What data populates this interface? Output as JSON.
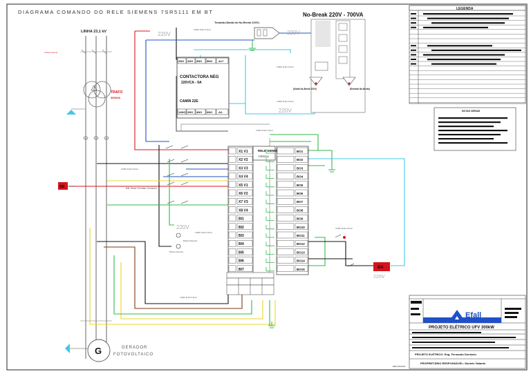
{
  "header": {
    "title": "DIAGRAMA COMANDO DO RELE SIEMENS 7SR5111 EM BT",
    "nobreak_title": "No-Break 220V - 700VA"
  },
  "labels": {
    "linha": "LINHA 23,1 kV",
    "trafo": "TRAFO",
    "trafo_sub": "300kVA",
    "tomada": "Tomada (Saída do No-Break 220V)",
    "v220_top": "220V",
    "v220_top2": "220V",
    "v220_mid": "220V",
    "v220_low": "220V",
    "v220_ba": "220V",
    "contactora": "CONTACTORA NEG",
    "contactora_sub": "220VCA - 9A",
    "camin": "CAMIN 22E",
    "a1": "A1+",
    "a2": "A2-",
    "rele": "RELE SIEMENS",
    "rele_sub": "7SR5111",
    "saida_nobreak": "(Saída No-Break 220V)",
    "entrada_nobreak": "(Entrada No-Break)",
    "ba": "BA",
    "bb": "BB",
    "bb_label": "BB Sinal Tensão Gerador",
    "gerador": "GERADOR",
    "gerador_sub": "FOTOVOLTAICO",
    "g": "G",
    "ref": "RBS 001/2023"
  },
  "relay_left": [
    "X1 V1",
    "X2 V2",
    "X3 V3",
    "X4 V4",
    "X5 V1",
    "X6 V2",
    "X7 V3",
    "X8 V4",
    "BI1",
    "BI2",
    "BI3",
    "BI4",
    "BI5",
    "BI6",
    "BI7"
  ],
  "relay_right": [
    "BO1",
    "BO2",
    "BO3",
    "BO4",
    "BO5",
    "BO6",
    "BO7",
    "BO8",
    "BO9",
    "BO10",
    "BO11",
    "BO12",
    "BO13",
    "BO14",
    "BO15"
  ],
  "legend": {
    "title": "LEGENDA"
  },
  "notes": {
    "title": "NOTAS GERAIS"
  },
  "titleblock": {
    "logo": "Efall",
    "project": "PROJETO ELÉTRICO UFV 300kW",
    "author": "PROJETO ELÉTRICO: Eng. Fernando Doniselo",
    "owner": "PROPRIETÁRIO RESPONSÁVEL: Daniele Galante"
  },
  "colors": {
    "red": "#d4141c",
    "blue": "#2050c8",
    "cyan": "#3fc8e8",
    "green": "#2fb84a",
    "yellow": "#e8d820",
    "black": "#111111",
    "gray": "#888888",
    "brown": "#7a3a10"
  }
}
